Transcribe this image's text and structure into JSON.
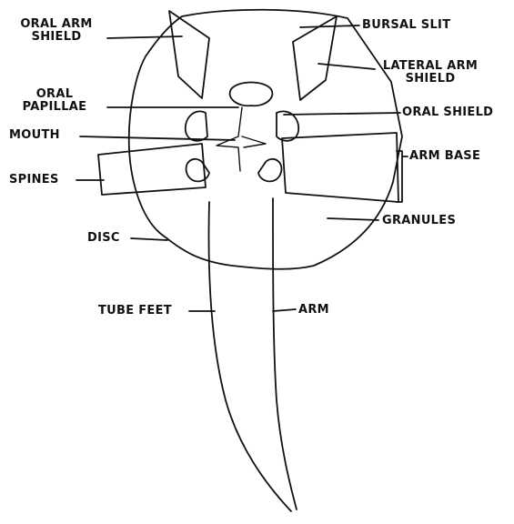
{
  "labels": {
    "oral_arm_shield": "ORAL ARM\nSHIELD",
    "bursal_slit": "BURSAL SLIT",
    "lateral_arm_shield": "LATERAL ARM\nSHIELD",
    "oral_papillae": "ORAL\nPAPILLAE",
    "oral_shield": "ORAL SHIELD",
    "mouth": "MOUTH",
    "arm_base": "ARM BASE",
    "spines": "SPINES",
    "granules": "GRANULES",
    "disc": "DISC",
    "tube_feet": "TUBE FEET",
    "arm": "ARM"
  },
  "colors": {
    "ink": "#111111",
    "paper": "#ffffff"
  }
}
